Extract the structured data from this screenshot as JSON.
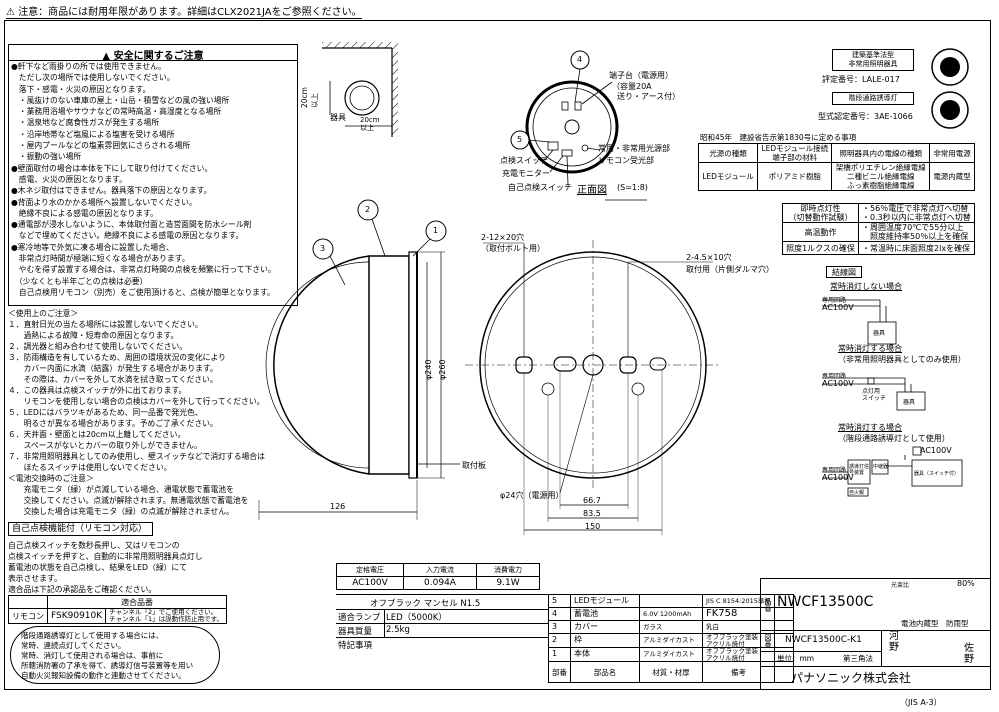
{
  "top_notice": "⚠ 注意：商品には耐用年限があります。詳細はCLX2021JAをご参照ください。",
  "safety": {
    "title": "安全に関するご注意",
    "lines": [
      "●軒下など雨掛りの所では使用できません。",
      "　ただし次の場所では使用しないでください。",
      "　落下・感電・火災の原因となります。",
      "　・風抜けのない車庫の屋上・山岳・積雪などの風の強い場所",
      "　・業務用浴場やサウナなどの常時高温・高湿度となる場所",
      "　・温泉地など腐食性ガスが発生する場所",
      "　・沿岸地帯など塩風による塩害を受ける場所",
      "　・屋内プールなどの塩素雰囲気にさらされる場所",
      "　・振動の強い場所",
      "●壁面取付の場合は本体を下にして取り付けてください。",
      "　感電、火災の原因となります。",
      "●木ネジ取付はできません。器具落下の原因となります。",
      "●背面より水のかかる場所へ設置しないでください。",
      "　絶縁不良による感電の原因となります。",
      "●通電部が浸水しないように、本体取付面と造営面間を防水シール剤",
      "　などで埋めてください。絶縁不良による感電の原因となります。",
      "●寒冷地等で外気に凍る場合に設置した場合、",
      "　非常点灯時間が極端に短くなる場合があります。",
      "　やむを得ず設置する場合は、非常点灯時間の点検を頻繁に行って下さい。",
      "　（少なくとも半年ごとの点検は必要）",
      "　自己点検用リモコン（別売）をご使用頂けると、点検が簡単となります。"
    ]
  },
  "usage": {
    "lines": [
      "＜使用上のご注意＞",
      "１．直射日光の当たる場所には設置しないでください。",
      "　　過熱による故障・短寿命の原因となります。",
      "２．調光器と組み合わせて使用しないでください。",
      "３．防雨構造を有しているため、周囲の環境状況の変化により",
      "　　カバー内面に水滴（結露）が発生する場合があります。",
      "　　その際は、カバーを外して水滴を拭き取ってください。",
      "４．この器具は点検スイッチが外に出ております。",
      "　　リモコンを使用しない場合の点検はカバーを外して行ってください。",
      "５．LEDにはバラツキがあるため、同一品番で発光色、",
      "　　明るさが異なる場合があります。予めご了承ください。",
      "６．天井面・壁面とは20cm以上離してください。",
      "　　スペースがないとカバーの取り外しができません。",
      "７．非常用照明器具としてのみ使用し、壁スイッチなどで消灯する場合は",
      "　　ほたるスイッチは使用しないでください。",
      "＜電池交換時のご注意＞",
      "　　充電モニタ（緑）が点滅している場合、通電状態で蓄電池を",
      "　　交換してください。点滅が解除されます。無通電状態で蓄電池を",
      "　　交換した場合は充電モニタ（緑）の点滅が解除されません。"
    ],
    "remote_title": "自己点検機能付（リモコン対応）",
    "remote_lines": [
      "自己点検スイッチを数秒長押し、又はリモコンの",
      "点検スイッチを押すと、自動的に非常用照明器具点灯し",
      "蓄電池の状態を自己点検し、結果をLED（緑）にて",
      "表示させます。",
      "適合品は下記の承認品をご確認ください。"
    ],
    "remote_table": {
      "header": "適合品番",
      "label": "リモコン",
      "model": "FSK90910K",
      "note1": "チャンネル「2」でご使用ください。",
      "note2": "チャンネル「1」は誤動作防止用です。"
    },
    "bubble": [
      "階段通路誘導灯として使用する場合には、",
      "常時、連続点灯してください。",
      "常時、消灯して使用される場合は、事前に",
      "所轄消防署の了承を得て、誘導灯信号装置等を用い",
      "自動火災報知設備の動作と連動させてください。"
    ]
  },
  "drawing": {
    "corner_20cm_a": "20cm\n以上",
    "corner_20cm_b": "20cm\n以上",
    "corner_fixture": "器具",
    "front_view": "正面図",
    "scale": "(S=1:8)",
    "terminal": "端子台（電源用）",
    "terminal_spec1": "（容量20A",
    "terminal_spec2": "送り・アース付）",
    "common_emergency": "常用・非常用光源部",
    "remote_receiver": "リモコン受光部",
    "check_switch": "点検スイッチ",
    "charge_monitor": "充電モニター",
    "self_check_switch": "自己点検スイッチ",
    "hole_a": "2-12×20穴",
    "hole_a_sub": "（取付ボルト用）",
    "hole_b": "2-4.5×10穴",
    "hole_b_sub": "取付用（片側ダルマ穴）",
    "hole_c": "φ24穴（電源用）",
    "mount_plate": "取付板",
    "dim_240": "φ240",
    "dim_260": "φ260",
    "dim_126": "126",
    "dim_66": "66.7",
    "dim_83": "83.5",
    "dim_150": "150",
    "n1": "1",
    "n2": "2",
    "n3": "3",
    "n4": "4",
    "n5": "5"
  },
  "certs": {
    "c1": "建築基準法型\n非常用照明器具",
    "c1_no": "評定番号：LALE-017",
    "c2": "階段通路誘導灯",
    "c2_no": "型式認定番号：3AE-1066",
    "law": "昭和45年　建設省告示第1830号に定める事項",
    "t_head": [
      "光源の種類",
      "LEDモジュール接続\n端子部の材料",
      "照明器具内の電線の種類",
      "非常用電源"
    ],
    "t_row": [
      "LEDモジュール",
      "ポリアミド樹脂",
      "架橋ポリエチレン絶縁電線\n二種ビニル絶縁電線\nふっ素樹脂絶縁電線",
      "電源内蔵型"
    ]
  },
  "perf": {
    "r1a": "即時点灯性",
    "r1b": "（切替動作試験）",
    "r1c": "・56％電圧で非常点灯へ切替",
    "r1d": "・0.3秒以内に非常点灯へ切替",
    "r2a": "高温動作",
    "r2b": "・周囲温度70℃で55分以上",
    "r2c": "　照度維持率50％以上を確保",
    "r3a": "照度1ルクスの確保",
    "r3b": "・常温時に床面照度2lxを確保"
  },
  "wiring": {
    "title": "結線図",
    "s1": "常時消灯しない場合",
    "s2a": "常時消灯する場合",
    "s2b": "（非常用照明器具としてのみ使用）",
    "s3a": "常時消灯する場合",
    "s3b": "（階段通路誘導灯として使用）",
    "line": "専用回路",
    "ac": "AC100V",
    "fixture": "器具",
    "switch": "点灯用\nスイッチ",
    "signal": "誘導灯信号装置",
    "relay": "中継器",
    "fire": "自火報",
    "fixture_sel": "器具（スイッチ付）"
  },
  "spec": {
    "h_voltage": "定格電圧",
    "h_current": "入力電流",
    "h_power": "消費電力",
    "voltage": "AC100V",
    "current": "0.094A",
    "power": "9.1W",
    "auto_off": "オフブラック マンセル N1.5",
    "lamp_l": "適合ランプ",
    "lamp": "LED（5000K）",
    "mass_l": "器具質量",
    "mass": "2.5kg",
    "notes_l": "特記事項"
  },
  "parts": {
    "rows": [
      {
        "no": "5",
        "name": "LEDモジュール",
        "mat": "",
        "spec": "JIS C 8154:2015準拠",
        "rem": ""
      },
      {
        "no": "4",
        "name": "蓄電池",
        "mat": "6.0V 1200mAh",
        "spec": "FK758",
        "rem": ""
      },
      {
        "no": "3",
        "name": "カバー",
        "mat": "ガラス",
        "spec": "乳白",
        "rem": ""
      },
      {
        "no": "2",
        "name": "枠",
        "mat": "アルミダイカスト",
        "spec": "オフブラック塗装\nアクリル焼付",
        "rem": ""
      },
      {
        "no": "1",
        "name": "本体",
        "mat": "アルミダイカスト",
        "spec": "オフブラック塗装\nアクリル焼付",
        "rem": ""
      }
    ],
    "h_name": "部品名",
    "h_mat": "材質・材厚",
    "h_rem": "備考",
    "h_no": "部番"
  },
  "title_block": {
    "code": "NWCF13500C",
    "type": "電池内蔵型　防雨型",
    "dwg": "NWCF13500C-K1",
    "unit": "単位：mm",
    "angle": "第三角法",
    "ratio_l": "光束比",
    "ratio": "80%",
    "checker1": "河\n野",
    "checker2": "佐\n野",
    "company": "パナソニック株式会社",
    "jis": "（JIS A-3）",
    "label_model": "品番",
    "label_dwg": "図番"
  }
}
